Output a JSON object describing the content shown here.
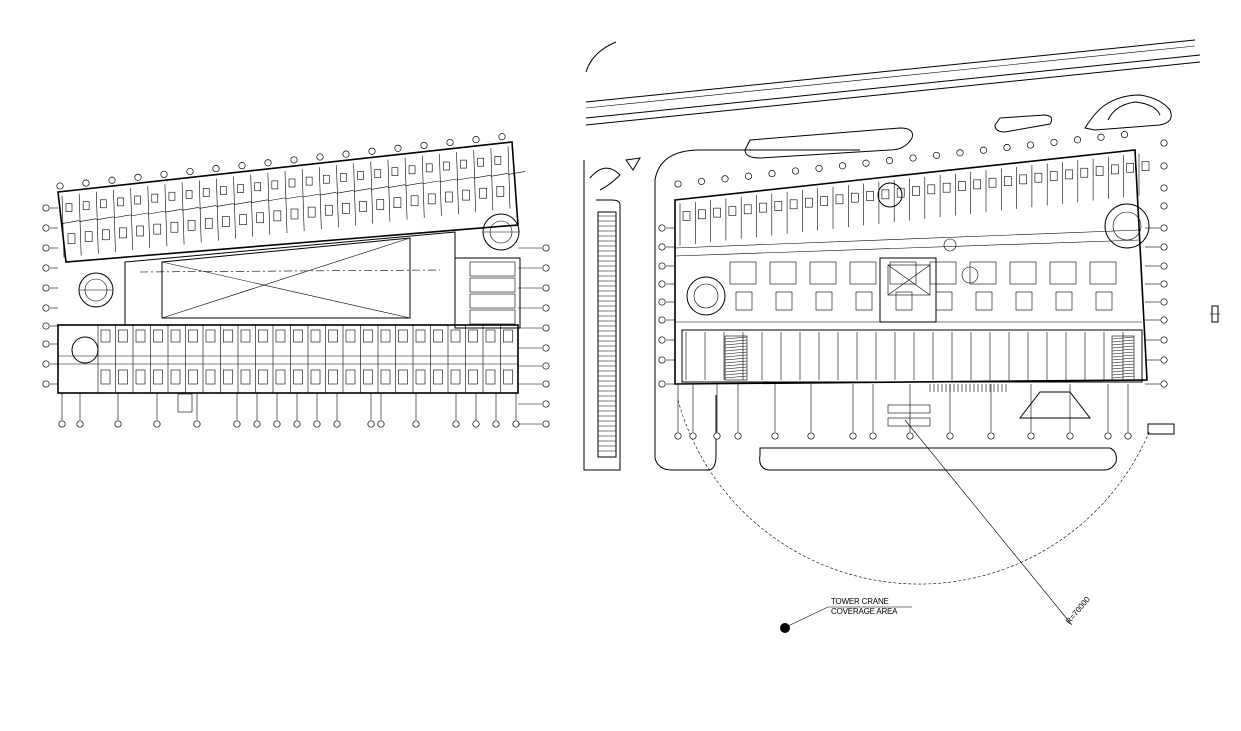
{
  "annotations": {
    "crane_line1": "TOWER CRANE",
    "crane_line2": "COVERAGE AREA",
    "crane_radius": "R=70000"
  },
  "colors": {
    "background": "#ffffff",
    "linework": "#000000"
  }
}
